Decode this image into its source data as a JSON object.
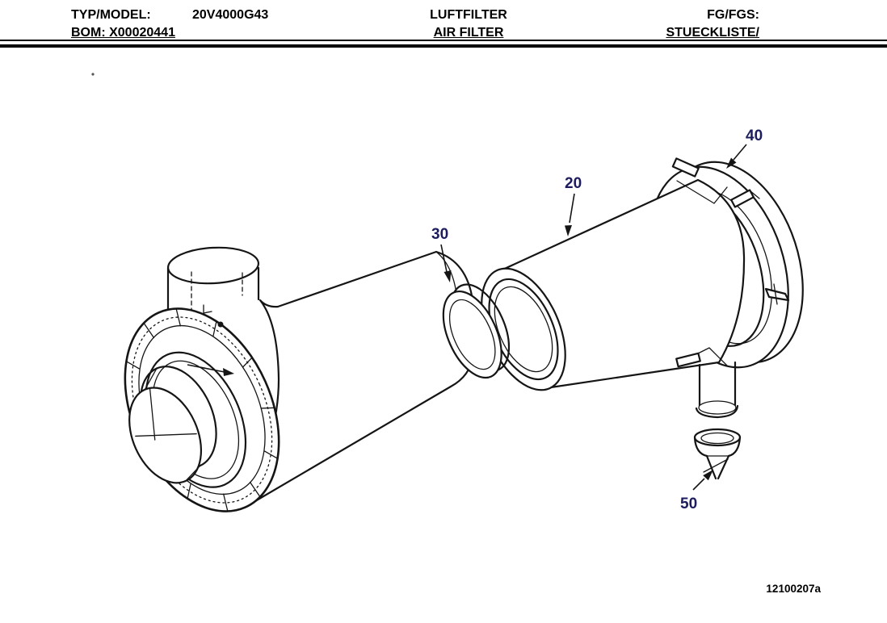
{
  "header": {
    "typ_label": "TYP/MODEL:",
    "typ_value": "20V4000G43",
    "bom": "BOM: X00020441",
    "title_de": "LUFTFILTER",
    "title_en": "AIR FILTER",
    "fg_label": "FG/FGS:",
    "fg_value": "STUECKLISTE/"
  },
  "figure": {
    "drawing_number": "12100207a",
    "callouts": {
      "c20": "20",
      "c30": "30",
      "c40": "40",
      "c50": "50"
    },
    "colors": {
      "line": "#151515",
      "callout": "#1c1c5e",
      "background": "#ffffff"
    }
  }
}
